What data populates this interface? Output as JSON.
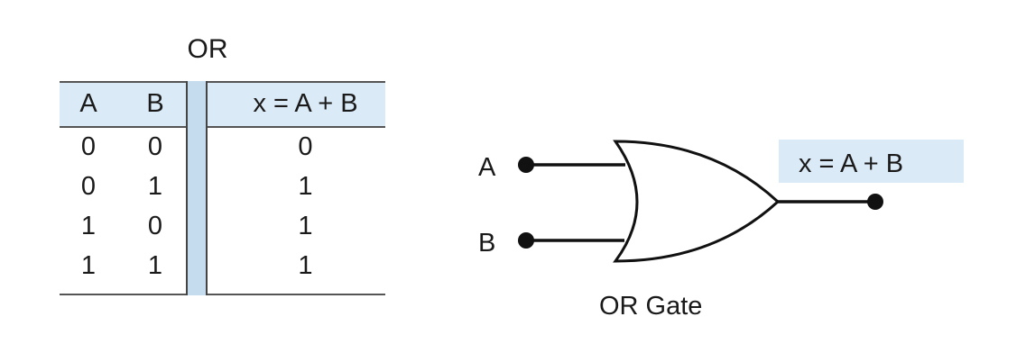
{
  "truth_table": {
    "title": "OR",
    "headers": {
      "a": "A",
      "b": "B",
      "x": "x = A + B"
    },
    "rows": [
      {
        "a": "0",
        "b": "0",
        "x": "0"
      },
      {
        "a": "0",
        "b": "1",
        "x": "1"
      },
      {
        "a": "1",
        "b": "0",
        "x": "1"
      },
      {
        "a": "1",
        "b": "1",
        "x": "1"
      }
    ]
  },
  "gate": {
    "input_a_label": "A",
    "input_b_label": "B",
    "output_label": "x = A + B",
    "caption": "OR Gate"
  },
  "colors": {
    "header_fill": "#dbeaf7",
    "divider_fill": "#c5dcef",
    "output_box_fill": "#dbeaf7",
    "line": "#111111"
  }
}
